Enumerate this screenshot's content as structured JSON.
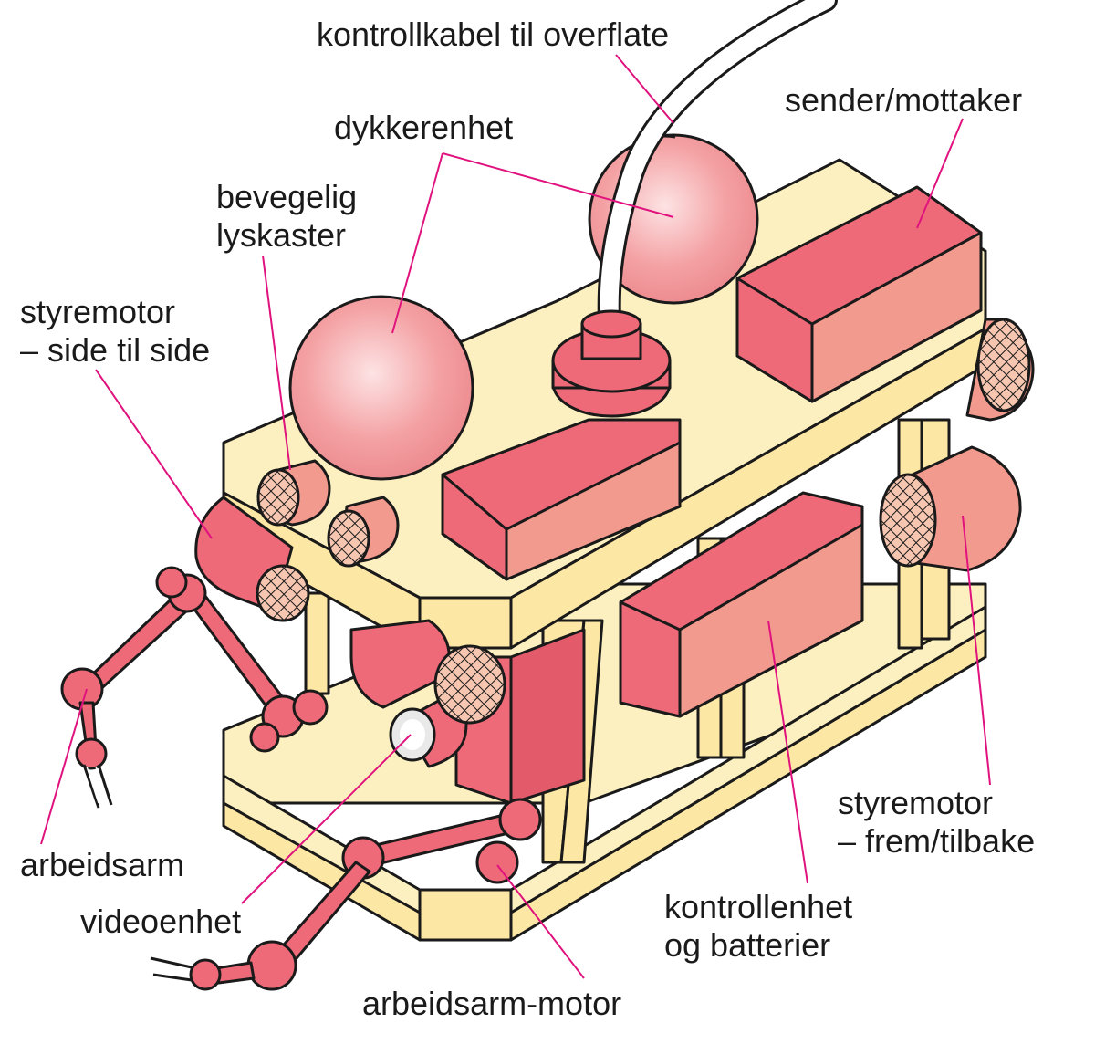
{
  "diagram": {
    "labels": {
      "cable": "kontrollkabel til overflate",
      "transceiver": "sender/mottaker",
      "diving_unit": "dykkerenhet",
      "movable_light_line1": "bevegelig",
      "movable_light_line2": "lyskaster",
      "steer_side_line1": "styremotor",
      "steer_side_line2": "– side til side",
      "work_arm": "arbeidsarm",
      "video_unit": "videoenhet",
      "work_arm_motor": "arbeidsarm-motor",
      "control_unit_line1": "kontrollenhet",
      "control_unit_line2": "og batterier",
      "steer_fwd_line1": "styremotor",
      "steer_fwd_line2": "– frem/tilbake"
    },
    "colors": {
      "frame": "#fde7a5",
      "component_red": "#ef6a78",
      "component_light": "#f39a8e",
      "leader_line": "#e0137e",
      "sphere": "#f6a3a6"
    }
  }
}
